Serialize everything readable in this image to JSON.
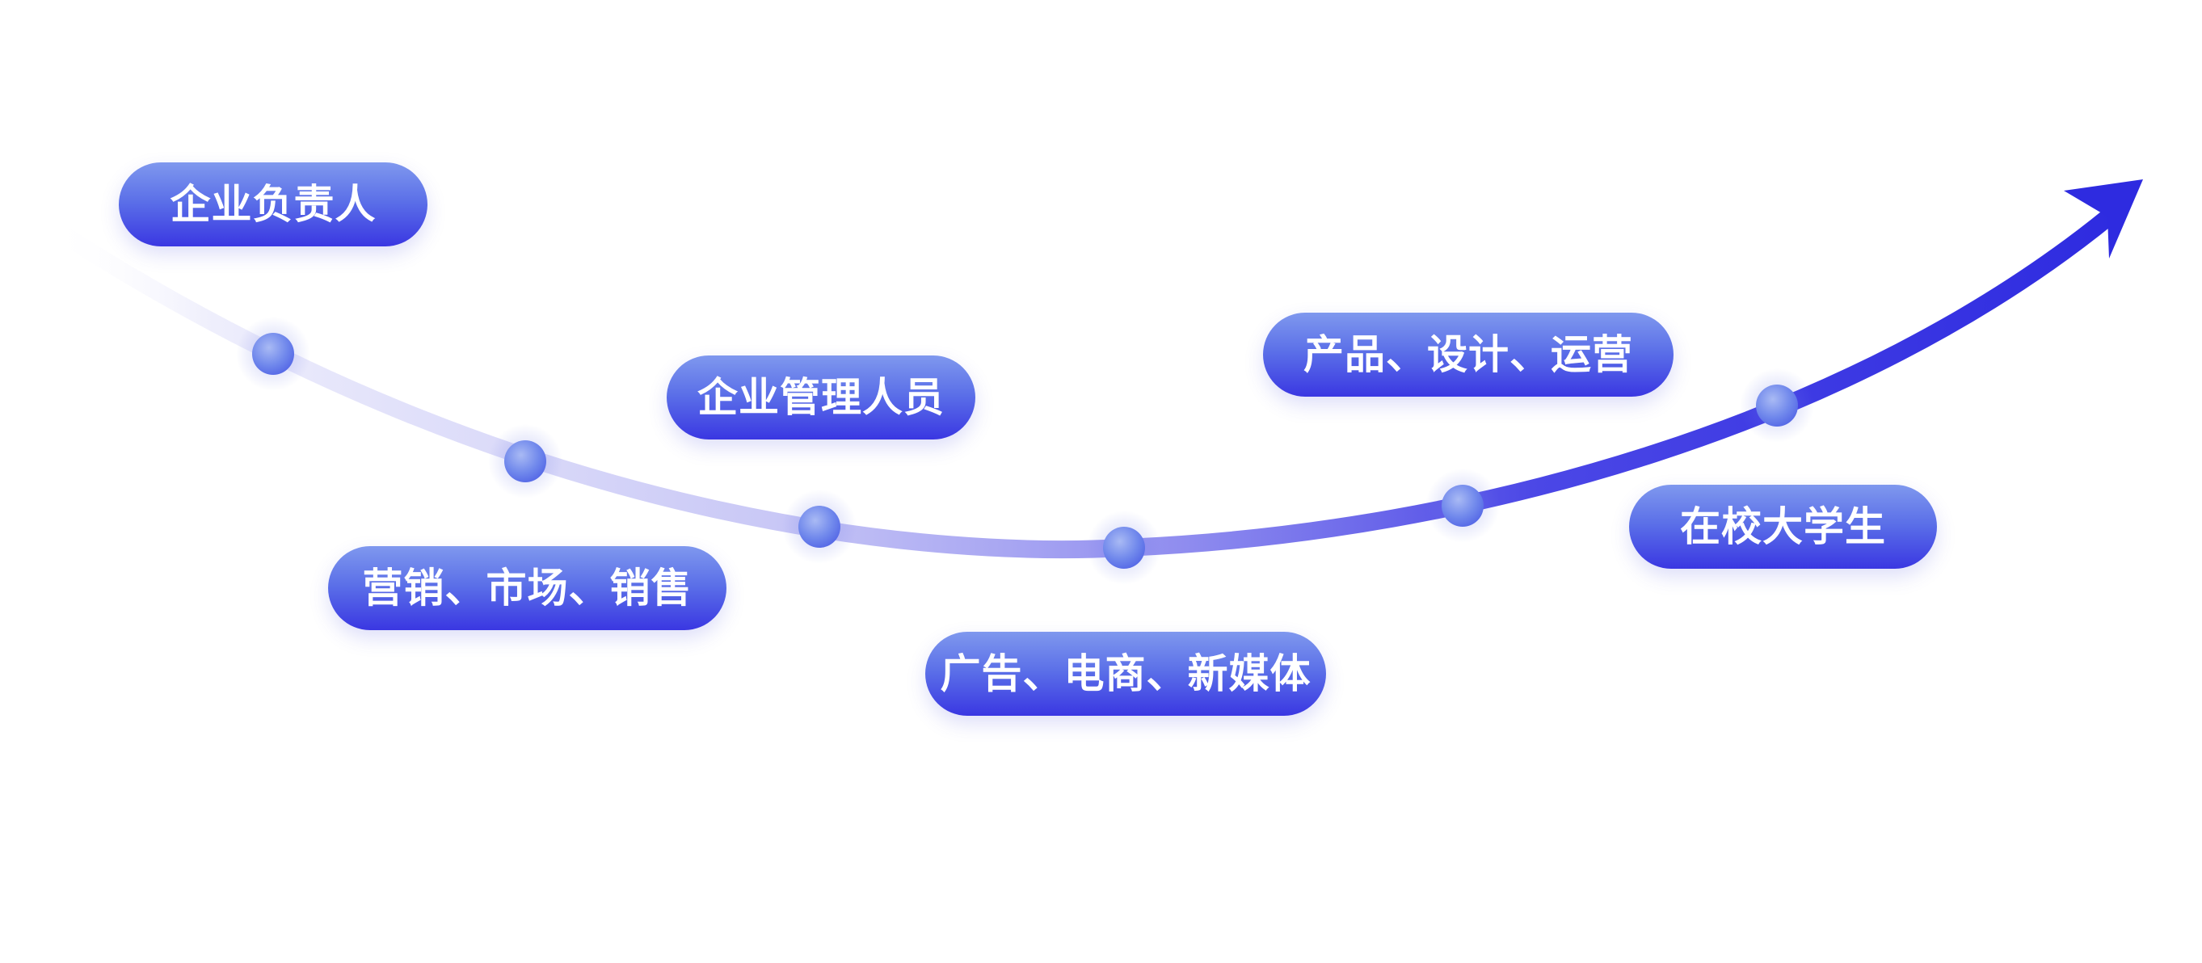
{
  "colors": {
    "curve_end": "#2e2be0",
    "pill_top": "#7f98ee",
    "pill_bottom": "#3a37e2",
    "node": "#6d86ec"
  },
  "labels": [
    "企业负责人",
    "营销、市场、销售",
    "企业管理人员",
    "广告、电商、新媒体",
    "产品、设计、运营",
    "在校大学生"
  ]
}
